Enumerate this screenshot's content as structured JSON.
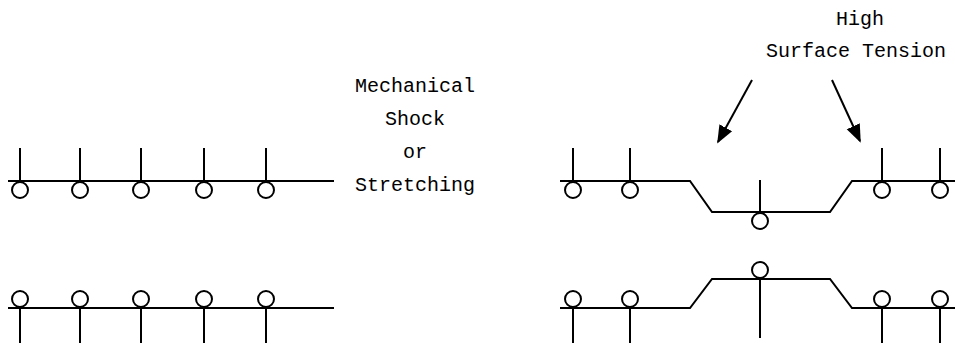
{
  "diagram": {
    "labels": [
      "Mechanical Shock or Stretching",
      "High",
      "Surface Tension"
    ]
  }
}
